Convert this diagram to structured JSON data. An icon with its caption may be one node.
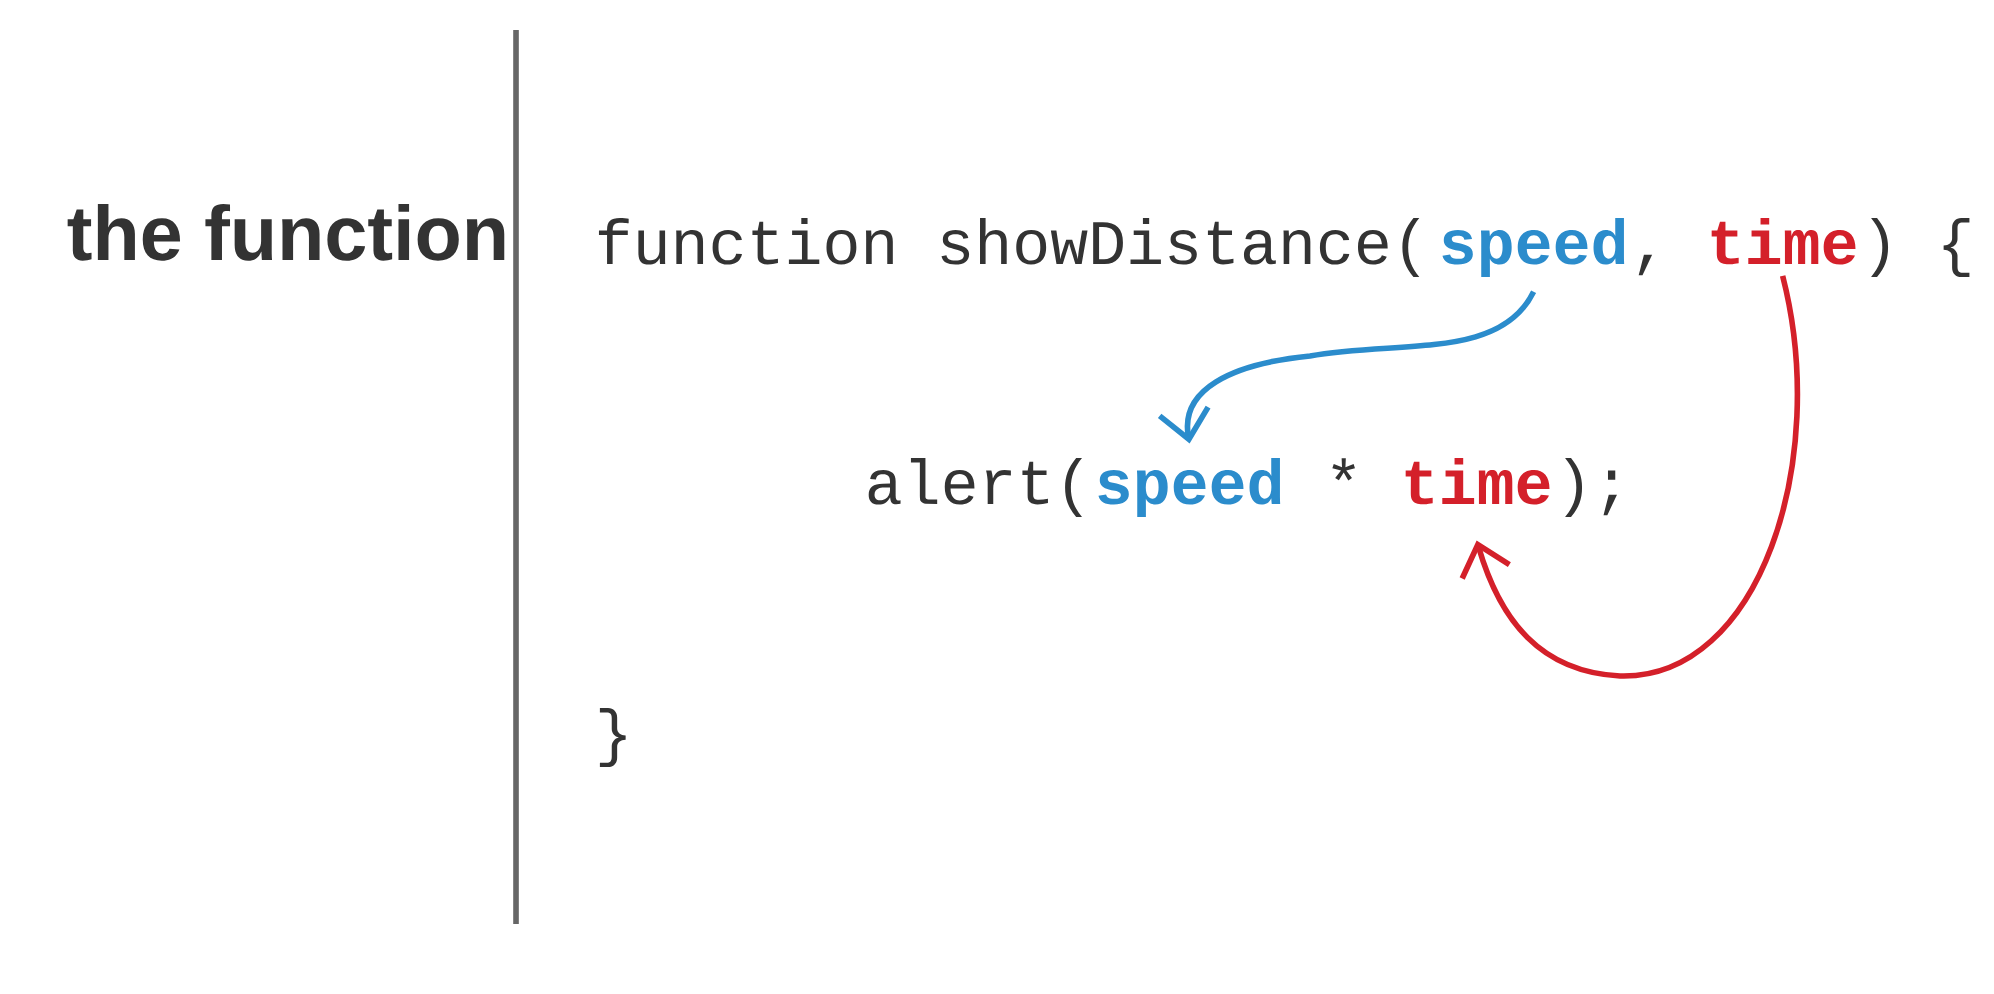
{
  "diagram": {
    "nodes": [
      {
        "text": [
          "speed"
        ]
      },
      {
        "text": [
          "time"
        ]
      },
      {
        "text": [
          "speed"
        ]
      },
      {
        "text": [
          "time"
        ]
      }
    ],
    "edges": [
      {
        "from": 0,
        "to": 2,
        "arrow": "to",
        "color": "#2b8ccc"
      },
      {
        "from": 1,
        "to": 3,
        "arrow": "to",
        "color": "#d4202a"
      }
    ],
    "labels": [
      "the function",
      "function showDistance(",
      ",",
      ") {",
      "alert(",
      "*",
      ");",
      "}"
    ]
  }
}
